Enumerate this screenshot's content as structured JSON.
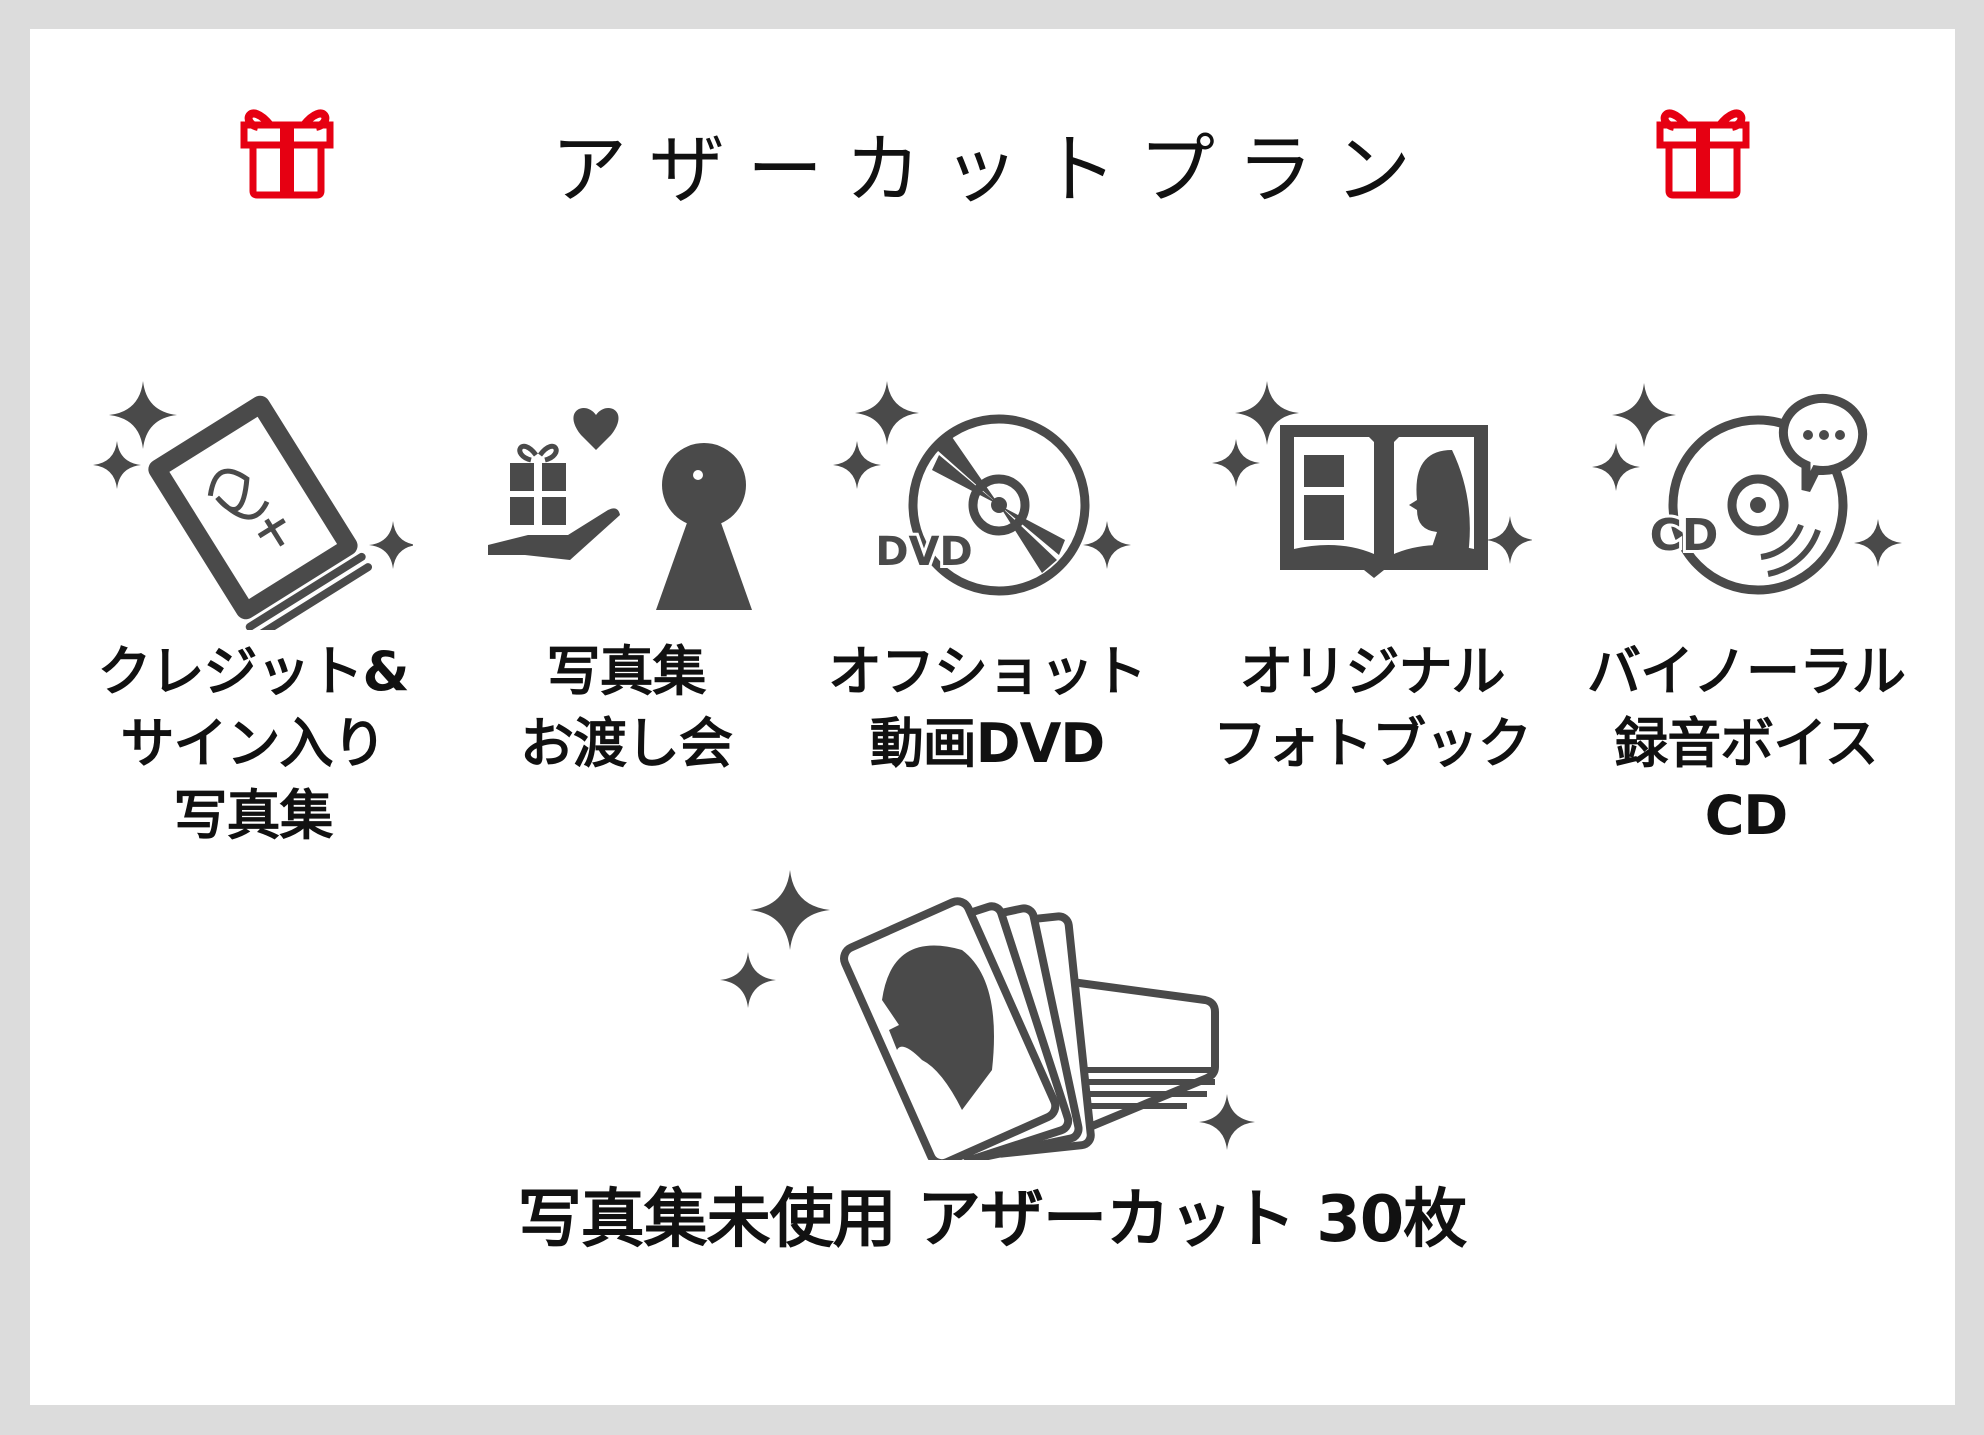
{
  "title": "アザーカットプラン",
  "icon_color": "#4a4a4a",
  "accent_color": "#e60012",
  "items": [
    {
      "icon": "signed-photobook-icon",
      "lines": [
        "クレジット&",
        "サイン入り",
        "写真集"
      ]
    },
    {
      "icon": "handover-event-icon",
      "lines": [
        "写真集",
        "お渡し会"
      ]
    },
    {
      "icon": "dvd-icon",
      "lines": [
        "オフショット",
        "動画DVD"
      ]
    },
    {
      "icon": "photobook-icon",
      "lines": [
        "オリジナル",
        "フォトブック"
      ]
    },
    {
      "icon": "cd-voice-icon",
      "lines": [
        "バイノーラル",
        "録音ボイス",
        "CD"
      ]
    }
  ],
  "icon_texts": {
    "dvd": "DVD",
    "cd": "CD"
  },
  "bottom": {
    "icon": "photo-cards-icon",
    "caption": "写真集未使用 アザーカット 30枚"
  }
}
